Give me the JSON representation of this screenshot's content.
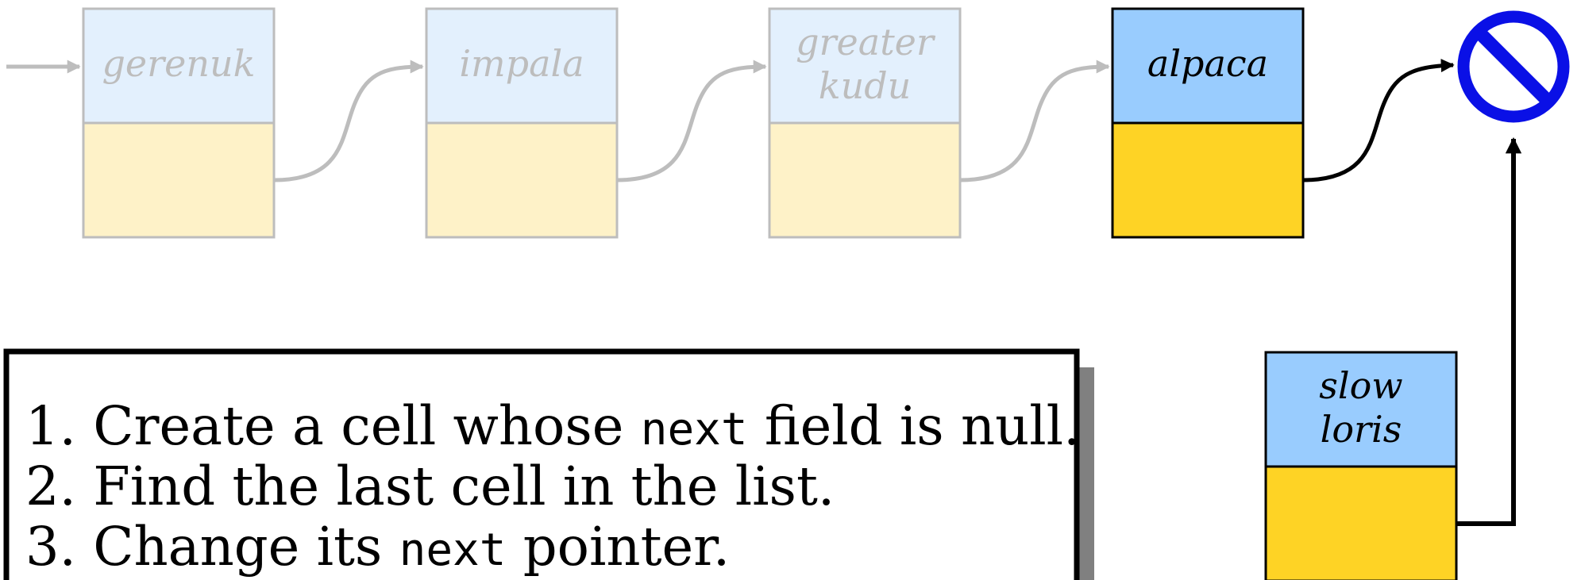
{
  "cells": [
    {
      "id": "gerenuk",
      "lines": [
        "gerenuk"
      ],
      "state": "faded"
    },
    {
      "id": "impala",
      "lines": [
        "impala"
      ],
      "state": "faded"
    },
    {
      "id": "greater-kudu",
      "lines": [
        "greater",
        "kudu"
      ],
      "state": "faded"
    },
    {
      "id": "alpaca",
      "lines": [
        "alpaca"
      ],
      "state": "active"
    },
    {
      "id": "slow-loris",
      "lines": [
        "slow",
        "loris"
      ],
      "state": "active"
    }
  ],
  "steps": [
    [
      {
        "t": "1. Create a cell whose "
      },
      {
        "t": "next",
        "code": true
      },
      {
        "t": " field is null."
      }
    ],
    [
      {
        "t": "2. Find the last cell in the list."
      }
    ],
    [
      {
        "t": "3. Change its "
      },
      {
        "t": "next",
        "code": true
      },
      {
        "t": " pointer."
      }
    ]
  ],
  "null_icon": "null-prohibited-icon",
  "colors": {
    "faded_top": "#e3f0fd",
    "faded_bottom": "#fef2c8",
    "faded_stroke": "#bdbdbd",
    "active_top": "#99ccfe",
    "active_bottom": "#fed325",
    "active_stroke": "#000000",
    "null_ring": "#0a10e6",
    "shadow": "#808080"
  }
}
